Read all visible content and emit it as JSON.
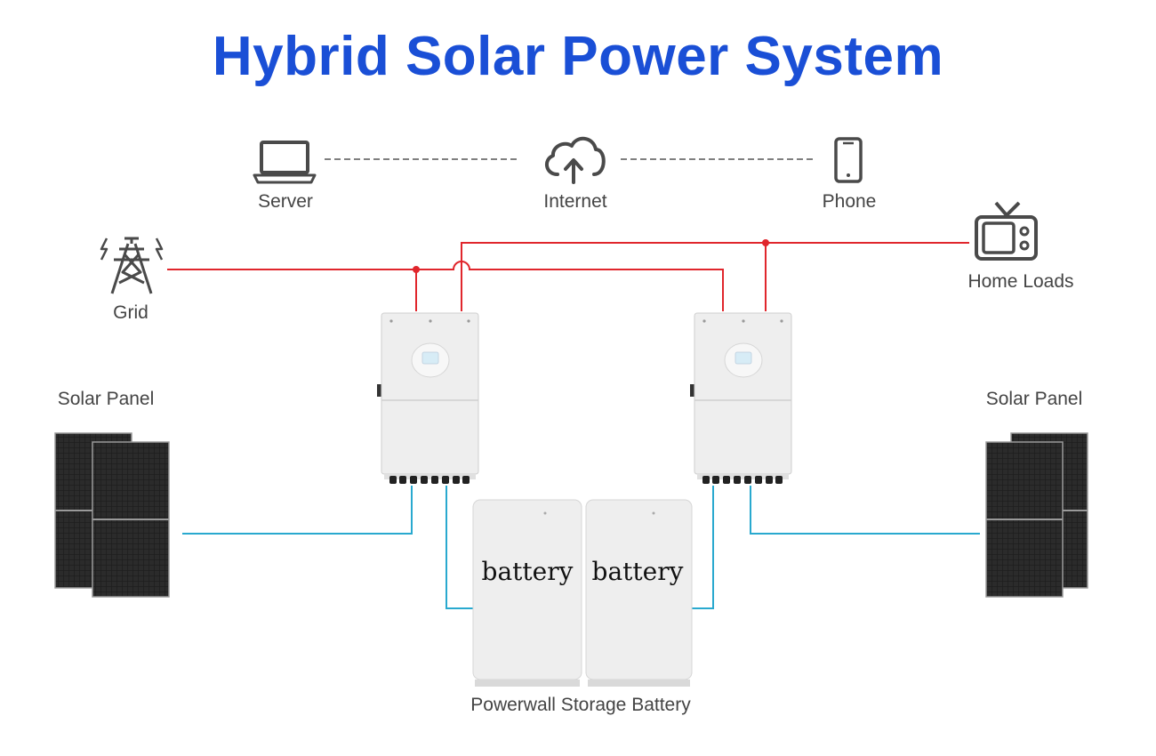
{
  "title": "Hybrid Solar Power System",
  "colors": {
    "title": "#1a4fd6",
    "ac_line": "#e0262c",
    "dc_line": "#29a9cf",
    "dashed_line": "#555555",
    "icon": "#4a4a4a",
    "panel": "#1c1c1c",
    "device_body": "#eeeeee"
  },
  "nodes": {
    "server": {
      "label": "Server",
      "icon": "laptop-icon"
    },
    "internet": {
      "label": "Internet",
      "icon": "cloud-upload-icon"
    },
    "phone": {
      "label": "Phone",
      "icon": "smartphone-icon"
    },
    "grid": {
      "label": "Grid",
      "icon": "power-tower-icon"
    },
    "home_loads": {
      "label": "Home Loads",
      "icon": "tv-icon"
    },
    "solar_left": {
      "label": "Solar Panel"
    },
    "solar_right": {
      "label": "Solar Panel"
    },
    "battery_left": {
      "label": "battery"
    },
    "battery_right": {
      "label": "battery"
    },
    "battery_caption": "Powerwall Storage Battery"
  }
}
